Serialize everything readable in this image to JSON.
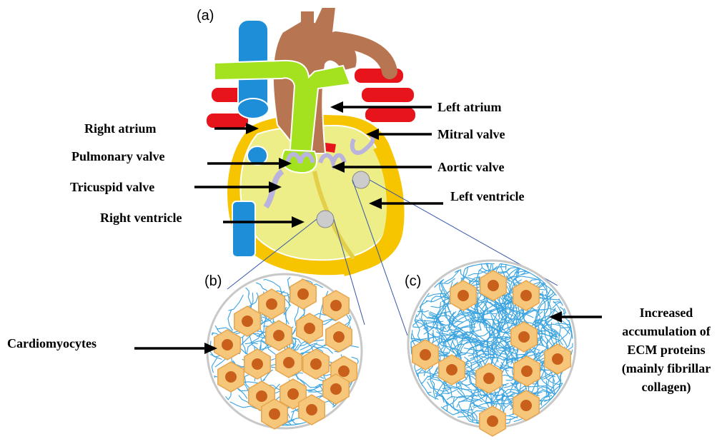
{
  "panels": {
    "a": "(a)",
    "b": "(b)",
    "c": "(c)"
  },
  "labels": {
    "left_atrium": "Left atrium",
    "right_atrium": "Right atrium",
    "mitral_valve": "Mitral valve",
    "pulmonary_valve": "Pulmonary valve",
    "aortic_valve": "Aortic valve",
    "tricuspid_valve": "Tricuspid valve",
    "left_ventricle": "Left ventricle",
    "right_ventricle": "Right ventricle",
    "cardiomyocytes": "Cardiomyocytes",
    "ecm": [
      "Increased",
      "accumulation of",
      "ECM proteins",
      "(mainly fibrillar",
      "collagen)"
    ]
  },
  "colors": {
    "vena_cava": "#1f8ed8",
    "pulmonary_artery": "#a4e21f",
    "aorta": "#b87552",
    "pulmonary_veins": "#e8141c",
    "myocardium": "#f7c400",
    "chamber": "#eeee88",
    "valve": "#b9b3de",
    "cell_fill": "#f6c67a",
    "cell_nucleus": "#c8601c",
    "fiber": "#3aa3e0"
  }
}
